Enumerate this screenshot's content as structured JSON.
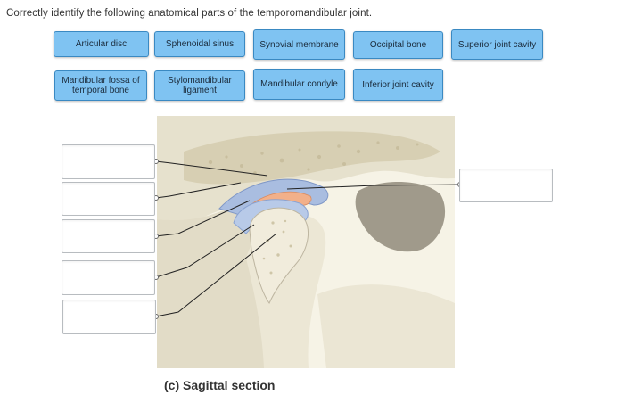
{
  "question": {
    "text": "Correctly identify the following anatomical parts of the temporomandibular joint."
  },
  "labels": [
    {
      "text": "Articular disc"
    },
    {
      "text": "Sphenoidal sinus"
    },
    {
      "text": "Synovial membrane"
    },
    {
      "text": "Occipital bone"
    },
    {
      "text": "Superior joint cavity"
    },
    {
      "text": "Mandibular fossa of temporal bone"
    },
    {
      "text": "Stylomandibular ligament"
    },
    {
      "text": "Mandibular condyle"
    },
    {
      "text": "Inferior joint cavity"
    }
  ],
  "figure": {
    "caption": "(c) Sagittal section"
  },
  "colors": {
    "chip_fill": "#7fc3f2",
    "chip_border": "#3a89c2",
    "bone": "#e9e5d6",
    "marrow": "#d8d1b8",
    "joint_blue": "#a9bde0",
    "disc": "#f2b08a"
  }
}
